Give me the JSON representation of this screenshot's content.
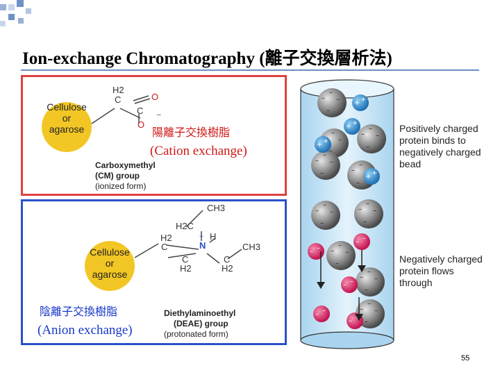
{
  "title": "Ion-exchange Chromatography (離子交換層析法)",
  "cation_panel": {
    "bead_label": [
      "Cellulose",
      "or",
      "agarose"
    ],
    "atoms": {
      "h2": "H2",
      "c": "C",
      "o_top": "O",
      "o_bottom": "O",
      "minus": "–"
    },
    "chinese": "陽離子交換樹脂",
    "english": "(Cation exchange)",
    "group_name": "Carboxymethyl",
    "group_abbr": "(CM) group",
    "group_form": "(ionized form)"
  },
  "anion_panel": {
    "bead_label": [
      "Cellulose",
      "or",
      "agarose"
    ],
    "atoms": {
      "ch3_top": "CH3",
      "h2c": "H2C",
      "h": "H",
      "h2_left": "H2",
      "c_left": "C",
      "n": "N",
      "plus": "+",
      "ch3_right": "CH3",
      "c_bottom": "C",
      "h2_bottom_left": "H2",
      "c_bottom_right": "C",
      "h2_bottom_right": "H2"
    },
    "chinese": "陰離子交換樹脂",
    "english": "(Anion exchange)",
    "group_name": "Diethylaminoethyl",
    "group_abbr": "(DEAE) group",
    "group_form": "(protonated form)"
  },
  "column": {
    "label_bind": [
      "Positively charged",
      "protein binds to",
      "negatively charged",
      "bead"
    ],
    "label_flow": [
      "Negatively charged",
      "protein flows",
      "through"
    ],
    "colors": {
      "bead_gray": "#8a8a8a",
      "protein_blue": "#2a7fc0",
      "protein_red": "#d81e5b",
      "column_fill": "#cfe7f7"
    }
  },
  "page_number": "55"
}
